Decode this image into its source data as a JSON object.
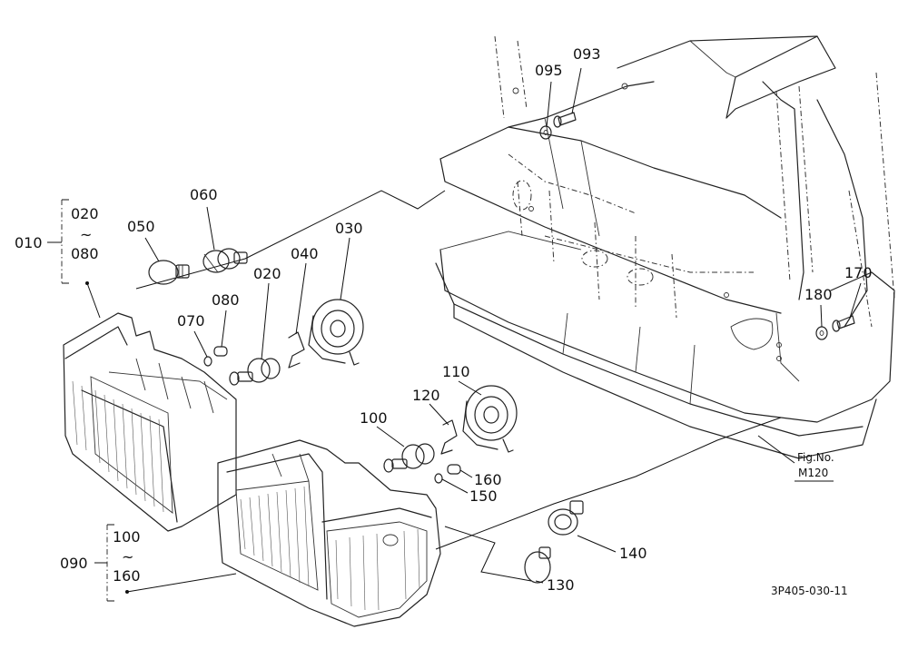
{
  "callouts": [
    {
      "id": "093",
      "text": "093"
    },
    {
      "id": "095",
      "text": "095"
    },
    {
      "id": "060",
      "text": "060"
    },
    {
      "id": "050",
      "text": "050"
    },
    {
      "id": "030",
      "text": "030"
    },
    {
      "id": "040",
      "text": "040"
    },
    {
      "id": "020",
      "text": "020"
    },
    {
      "id": "080",
      "text": "080"
    },
    {
      "id": "070",
      "text": "070"
    },
    {
      "id": "170",
      "text": "170"
    },
    {
      "id": "180",
      "text": "180"
    },
    {
      "id": "110",
      "text": "110"
    },
    {
      "id": "120",
      "text": "120"
    },
    {
      "id": "100",
      "text": "100"
    },
    {
      "id": "160",
      "text": "160"
    },
    {
      "id": "150",
      "text": "150"
    },
    {
      "id": "140",
      "text": "140"
    },
    {
      "id": "130",
      "text": "130"
    }
  ],
  "groups": [
    {
      "id": "010",
      "label": "010",
      "from": "020",
      "tilde": "~",
      "to": "080"
    },
    {
      "id": "090",
      "label": "090",
      "from": "100",
      "tilde": "~",
      "to": "160"
    }
  ],
  "figure_ref": {
    "line1": "Fig.No.",
    "line2": "M120"
  },
  "drawing_code": "3P405-030-11"
}
